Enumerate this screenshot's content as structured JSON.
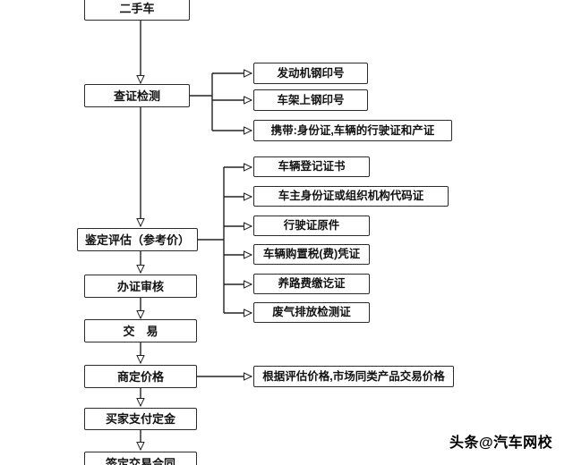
{
  "flow": {
    "main": [
      "二手车",
      "查证检测",
      "鉴定评估（参考价）",
      "办证审核",
      "交　易",
      "商定价格",
      "买家支付定金",
      "签定交易合同"
    ],
    "inspection_branches": [
      "发动机钢印号",
      "车架上钢印号",
      "携带:身份证,车辆的行驶证和产证"
    ],
    "evaluation_branches": [
      "车辆登记证书",
      "车主身份证或组织机构代码证",
      "行驶证原件",
      "车辆购置税(费)凭证",
      "养路费缴讫证",
      "废气排放检测证"
    ],
    "price_note": "根据评估价格,市场同类产品交易价格"
  },
  "colors": {
    "line": "#222222",
    "box_border": "#2b2b2b",
    "text": "#111111"
  },
  "watermark": "头条@汽车网校"
}
